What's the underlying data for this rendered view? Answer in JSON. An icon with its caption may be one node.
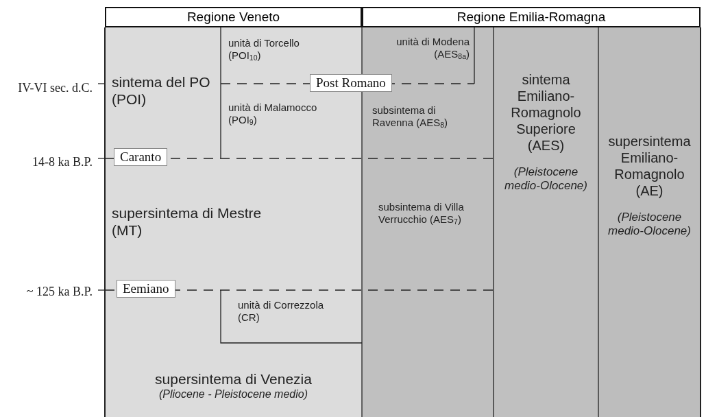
{
  "diagram": {
    "nodes": [
      {
        "text": [
          "Regione Veneto"
        ]
      },
      {
        "text": [
          "Regione Emilia-Romagna"
        ]
      },
      {
        "text": [
          "sintema del PO (POI)"
        ]
      },
      {
        "text": [
          "unità di Torcello (POI$_{10}$)"
        ]
      },
      {
        "text": [
          "unità di Malamocco (POI$_{9}$)"
        ]
      },
      {
        "text": [
          "supersintema di Mestre (MT)"
        ]
      },
      {
        "text": [
          "unità di Correzzola (CR)"
        ]
      },
      {
        "text": [
          "supersintema di Venezia",
          "(Pliocene - Pleistocene medio)"
        ]
      },
      {
        "text": [
          "unità di Modena (AES$_{8a}$)"
        ]
      },
      {
        "text": [
          "subsintema di Ravenna (AES$_{8}$)"
        ]
      },
      {
        "text": [
          "subsintema di Villa Verrucchio (AES$_{7}$)"
        ]
      },
      {
        "text": [
          "sintema Emiliano-Romagnolo Superiore (AES)",
          "(Pleistocene medio-Olocene)"
        ]
      },
      {
        "text": [
          "supersintema Emiliano-Romagnolo (AE)",
          "(Pleistocene medio-Olocene)"
        ]
      },
      {
        "text": [
          "Post Romano"
        ]
      },
      {
        "text": [
          "Caranto"
        ]
      },
      {
        "text": [
          "Eemiano"
        ]
      }
    ],
    "labels": [
      "IV-VI sec. d.C.",
      "14-8 ka B.P.",
      "~ 125 ka B.P."
    ]
  }
}
